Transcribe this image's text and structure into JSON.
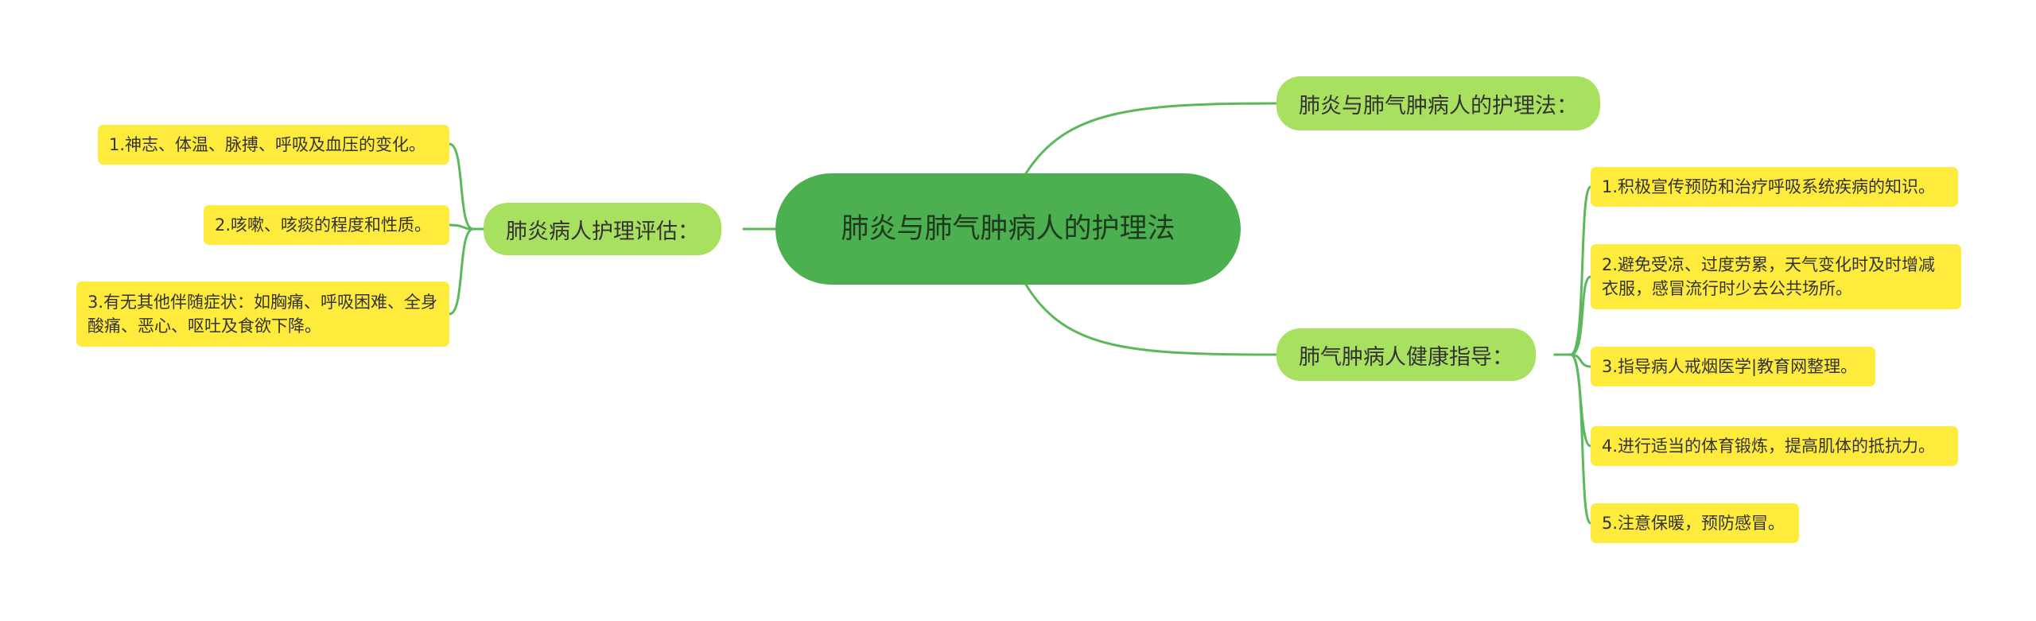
{
  "root": {
    "label": "肺炎与肺气肿病人的护理法"
  },
  "branches": {
    "care_method": {
      "label": "肺炎与肺气肿病人的护理法："
    },
    "emphysema_guidance": {
      "label": "肺气肿病人健康指导：",
      "items": [
        "1.积极宣传预防和治疗呼吸系统疾病的知识。",
        "2.避免受凉、过度劳累，天气变化时及时增减衣服，感冒流行时少去公共场所。",
        "3.指导病人戒烟医学|教育网整理。",
        "4.进行适当的体育锻炼，提高肌体的抵抗力。",
        "5.注意保暖，预防感冒。"
      ]
    },
    "pneumonia_assessment": {
      "label": "肺炎病人护理评估：",
      "items": [
        "1.神志、体温、脉搏、呼吸及血压的变化。",
        "2.咳嗽、咳痰的程度和性质。",
        "3.有无其他伴随症状：如胸痛、呼吸困难、全身酸痛、恶心、呕吐及食欲下降。"
      ]
    }
  },
  "colors": {
    "root_fill": "#4caf50",
    "branch_fill": "#a8e05f",
    "leaf_fill": "#ffeb3b",
    "connector": "#5cb85c"
  }
}
